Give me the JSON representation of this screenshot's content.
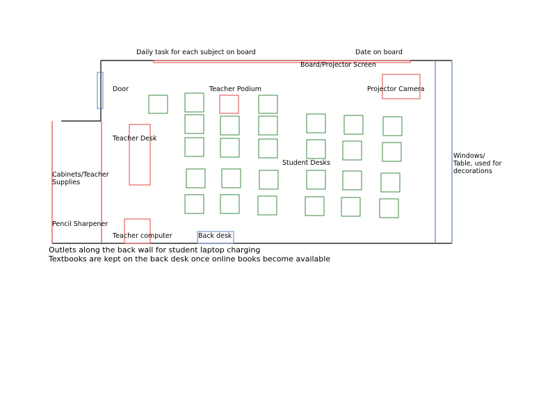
{
  "labels": {
    "daily_task": "Daily task for each subject on board",
    "date_on_board": "Date on board",
    "board_screen": "Board/Projector Screen",
    "door": "Door",
    "teacher_podium": "Teacher Podium",
    "projector_camera": "Projector Camera",
    "teacher_desk": "Teacher Desk",
    "student_desks": "Student Desks",
    "cabinets": "Cabinets/Teacher\nSupplies",
    "windows": "Windows/\nTable, used for\ndecorations",
    "pencil_sharpener": "Pencil Sharpener",
    "teacher_computer": "Teacher computer",
    "back_desk": "Back desk"
  },
  "notes": [
    "Outlets along the back wall for student laptop charging",
    "Textbooks are kept on the back desk once online books become available"
  ],
  "colors": {
    "wall": "#000000",
    "teacher_items": "#e0453f",
    "student_desk": "#3a8a3f",
    "window_wall": "#5a7fc0",
    "door": "#5a7fc0",
    "back_desk": "#5a7fc0"
  }
}
